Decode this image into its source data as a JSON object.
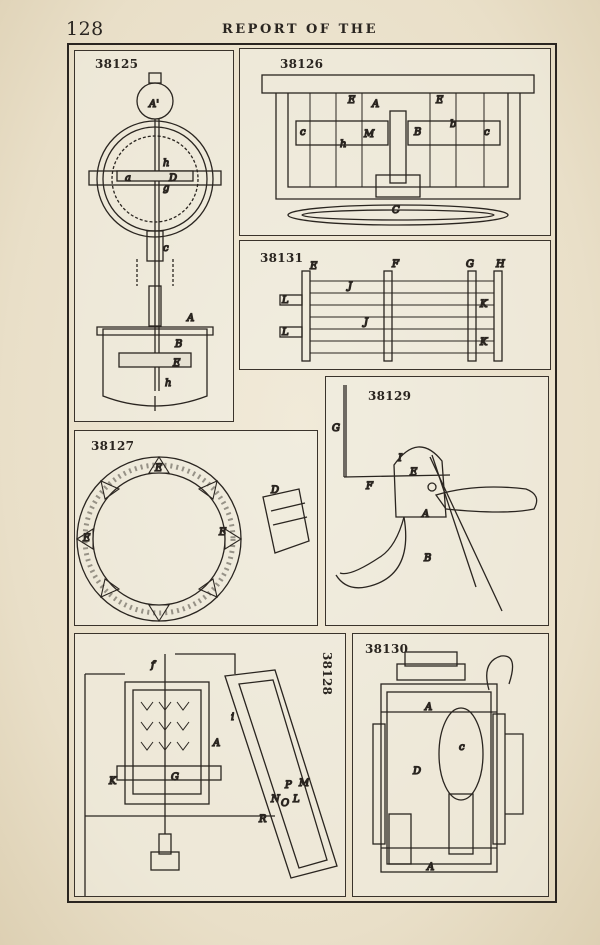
{
  "header": {
    "page_number": "128",
    "running_head": "REPORT OF THE"
  },
  "figures": [
    {
      "id": "38125",
      "labels": [
        "A'",
        "h",
        "a",
        "D",
        "g",
        "c",
        "A",
        "B",
        "E",
        "h"
      ]
    },
    {
      "id": "38126",
      "labels": [
        "E",
        "A",
        "E",
        "c",
        "M",
        "B",
        "b",
        "c",
        "h",
        "C"
      ]
    },
    {
      "id": "38131",
      "labels": [
        "E",
        "F",
        "G",
        "H",
        "J",
        "L",
        "K",
        "J",
        "L",
        "K"
      ]
    },
    {
      "id": "38127",
      "labels": [
        "E",
        "E",
        "E",
        "D"
      ]
    },
    {
      "id": "38129",
      "labels": [
        "G",
        "I",
        "E",
        "F",
        "A",
        "B"
      ]
    },
    {
      "id": "38128",
      "labels": [
        "f",
        "i",
        "A",
        "K",
        "G",
        "M",
        "P",
        "L",
        "O",
        "N",
        "R"
      ]
    },
    {
      "id": "38130",
      "labels": [
        "A",
        "c",
        "D",
        "A"
      ]
    }
  ],
  "colors": {
    "paper": "#ece3cf",
    "ink": "#2a2520",
    "panel": "#f0eee4"
  }
}
